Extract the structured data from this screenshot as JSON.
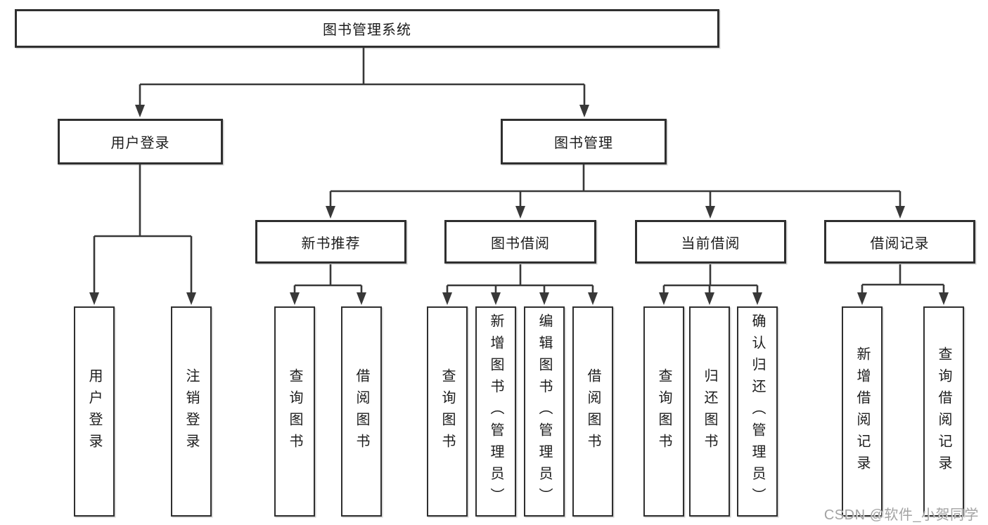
{
  "tree": {
    "label": "图书管理系统",
    "children": [
      {
        "label": "用户登录",
        "children": [
          {
            "label": "用户登录"
          },
          {
            "label": "注销登录"
          }
        ]
      },
      {
        "label": "图书管理",
        "children": [
          {
            "label": "新书推荐",
            "children": [
              {
                "label": "查询图书"
              },
              {
                "label": "借阅图书"
              }
            ]
          },
          {
            "label": "图书借阅",
            "children": [
              {
                "label": "查询图书"
              },
              {
                "label": "新增图书（管理员）"
              },
              {
                "label": "编辑图书（管理员）"
              },
              {
                "label": "借阅图书"
              }
            ]
          },
          {
            "label": "当前借阅",
            "children": [
              {
                "label": "查询图书"
              },
              {
                "label": "归还图书"
              },
              {
                "label": "确认归还（管理员）"
              }
            ]
          },
          {
            "label": "借阅记录",
            "children": [
              {
                "label": "新增借阅记录"
              },
              {
                "label": "查询借阅记录"
              }
            ]
          }
        ]
      }
    ]
  },
  "watermark": {
    "text": "CSDN @软件_小贺同学"
  },
  "colors": {
    "background": "#ffffff",
    "box_border": "#2f2f2f",
    "connector_line": "#383838",
    "text": "#1c1c1c",
    "watermark_text": "#a3a3a3"
  }
}
